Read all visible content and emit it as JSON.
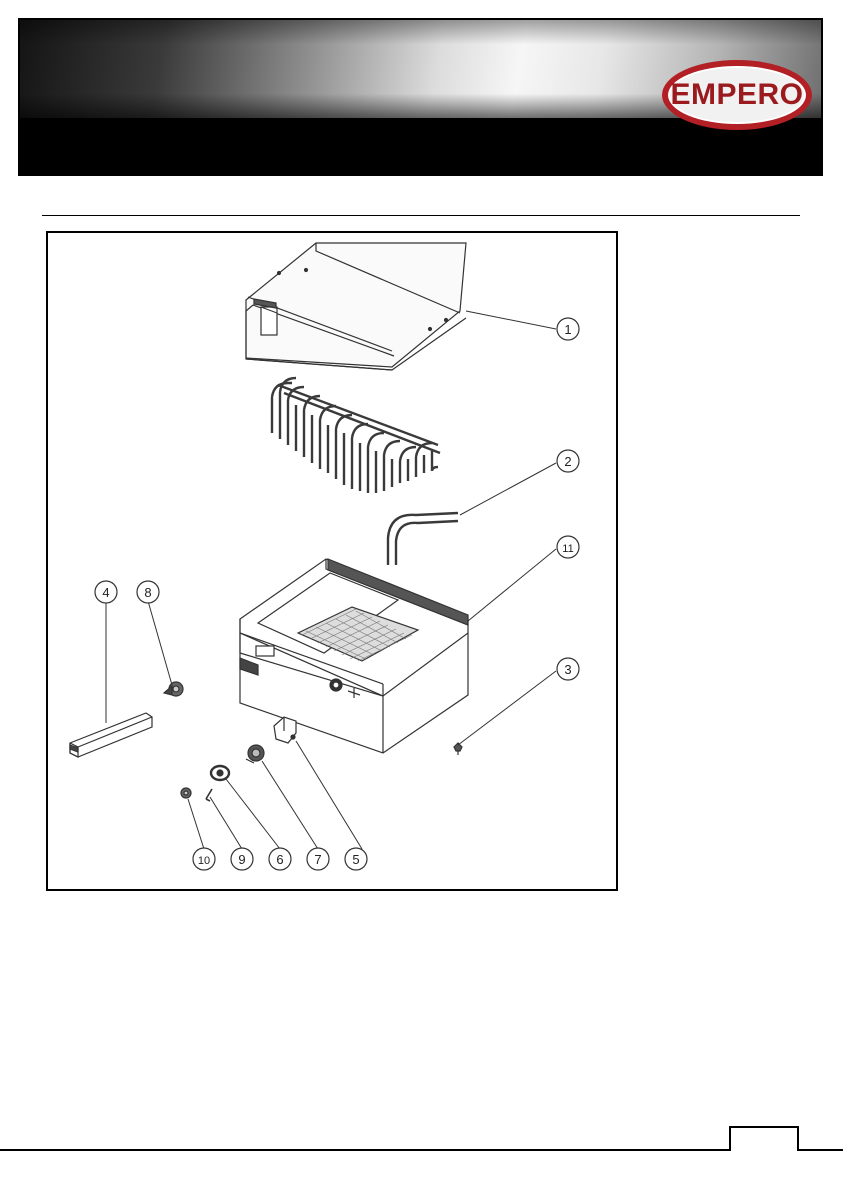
{
  "brand": {
    "logo_text": "EMPERO",
    "accent_color": "#b21f24"
  },
  "header": {
    "band_color": "#000000"
  },
  "diagram": {
    "callouts": [
      "1",
      "2",
      "3",
      "4",
      "5",
      "6",
      "7",
      "8",
      "9",
      "10",
      "11"
    ],
    "line_color": "#333333"
  }
}
